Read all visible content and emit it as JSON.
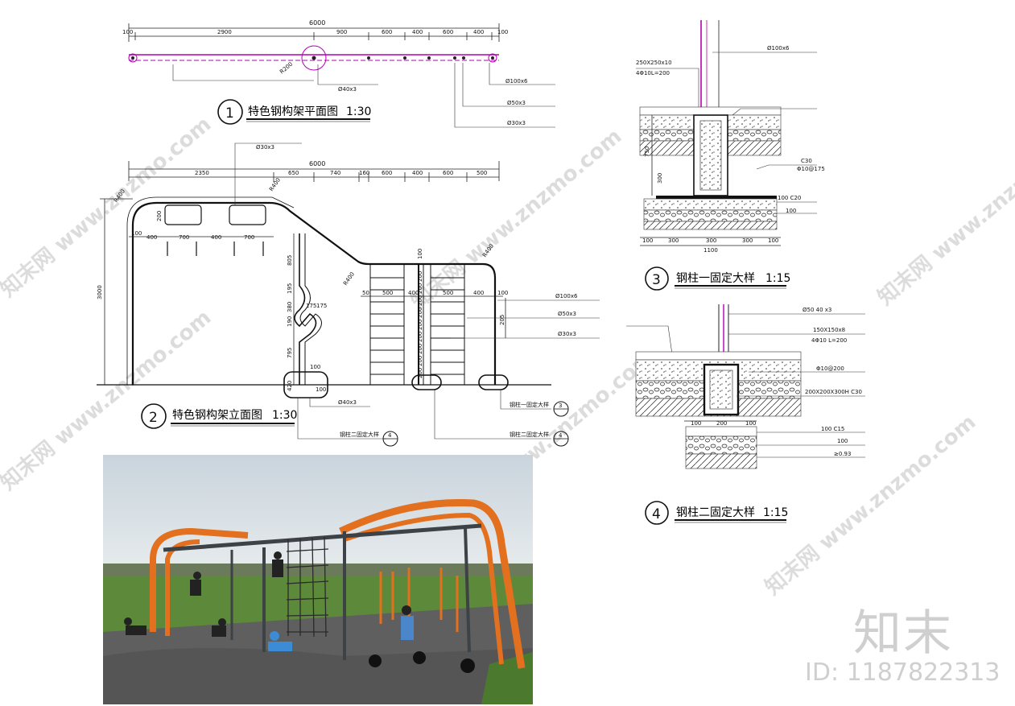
{
  "plan": {
    "title_num": "1",
    "title": "特色钢构架平面图",
    "scale": "1:30",
    "total": "6000",
    "dims": [
      "100",
      "2900",
      "900",
      "600",
      "400",
      "600",
      "400",
      "100"
    ],
    "r": "R200",
    "callouts": [
      "Ø40x3",
      "Ø100x6",
      "Ø50x3",
      "Ø30x3"
    ]
  },
  "elev": {
    "title_num": "2",
    "title": "特色钢构架立面图",
    "scale": "1:30",
    "total": "6000",
    "dims": [
      "2350",
      "650",
      "740",
      "160",
      "600",
      "400",
      "600",
      "500"
    ],
    "height": "3000",
    "r_labels": [
      "R400",
      "R400",
      "R400",
      "R400"
    ],
    "top_callout": "Ø30x3",
    "lower_dims": [
      "100",
      "400",
      "700",
      "400",
      "700"
    ],
    "ring_dim": "200",
    "vert_dims": [
      "805",
      "195",
      "380",
      "190",
      "795",
      "420"
    ],
    "mid_dims": [
      "175",
      "175"
    ],
    "bottom_dims": [
      "100",
      "100"
    ],
    "ladder_dims": [
      "50",
      "500",
      "400",
      "500",
      "400",
      "100"
    ],
    "ladder_v": [
      "100",
      "200",
      "200",
      "200",
      "200",
      "200",
      "200",
      "200",
      "200",
      "200"
    ],
    "right_v": "205",
    "callouts": [
      "Ø100x6",
      "Ø50x3",
      "Ø30x3",
      "Ø40x3"
    ],
    "refs": [
      {
        "label": "钢柱一固定大样",
        "num": "3"
      },
      {
        "label": "钢柱二固定大样",
        "num": "4"
      },
      {
        "label": "钢柱二固定大样",
        "num": "4"
      }
    ]
  },
  "detail3": {
    "title_num": "3",
    "title": "钢柱一固定大样",
    "scale": "1:15",
    "pipe": "Ø100x6",
    "plate": "250X250x10",
    "bolt": "4Φ10L=200",
    "conc": "C30",
    "rebar": "Φ10@175",
    "layer1": "100  C20",
    "layer2": "100",
    "depth": "750",
    "depth2": "300",
    "base_dims": [
      "100",
      "300",
      "300",
      "300",
      "100"
    ],
    "base_total": "1100"
  },
  "detail4": {
    "title_num": "4",
    "title": "钢柱二固定大样",
    "scale": "1:15",
    "pipe": "Ø50  40  x3",
    "plate": "150X150x8",
    "bolt": "4Φ10 L=200",
    "rebar": "Φ10@200",
    "footing": "200X200X300H C30",
    "base_dims": [
      "100",
      "200",
      "100"
    ],
    "layer1": "100   C15",
    "layer2": "100",
    "comp": "≥0.93"
  },
  "watermark": "知末网 www.znzmo.com",
  "brand": "知末",
  "id_label": "ID: 1187822313",
  "colors": {
    "frame_orange": "#e2701f",
    "frame_grey": "#3d4247",
    "magenta": "#b400b4",
    "grass": "#5d8a3a",
    "sky": "#dfe6eb"
  }
}
